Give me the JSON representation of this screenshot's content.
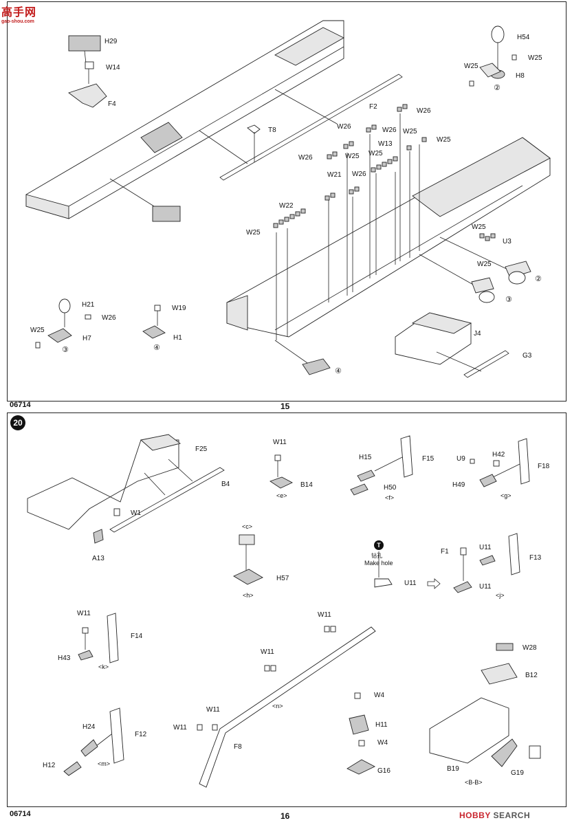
{
  "watermark_top": {
    "cn": "高手网",
    "url": "gao-shou.com"
  },
  "watermark_bottom": {
    "brand": "HOBBY",
    "suffix": "SEARCH"
  },
  "page15": {
    "code": "06714",
    "number": "15",
    "labels": {
      "H29": "H29",
      "W14": "W14",
      "F4": "F4",
      "F2": "F2",
      "T8": "T8",
      "H54": "H54",
      "W25a": "W25",
      "W25b": "W25",
      "H8": "H8",
      "W26a": "W26",
      "W26b": "W26",
      "W26c": "W26",
      "W26d": "W26",
      "W26e": "W26",
      "W25c": "W25",
      "W25d": "W25",
      "W13": "W13",
      "W25e": "W25",
      "W21": "W21",
      "W22": "W22",
      "W25f": "W25",
      "W25g": "W25",
      "U3": "U3",
      "W25h": "W25",
      "H21": "H21",
      "W26f": "W26",
      "W25i": "W25",
      "H7": "H7",
      "W19": "W19",
      "H1": "H1",
      "J4": "J4",
      "G3": "G3"
    },
    "subs": {
      "c2a": "②",
      "c2b": "②",
      "c3a": "③",
      "c3b": "③",
      "c4a": "④",
      "c4b": "④"
    }
  },
  "page16": {
    "code": "06714",
    "number": "16",
    "step": "20",
    "make_hole_cn": "钻孔",
    "make_hole_en": "Make hole",
    "make_hole_badge": "T",
    "labels": {
      "F25": "F25",
      "B4": "B4",
      "W1": "W1",
      "A13": "A13",
      "W11a": "W11",
      "B14": "B14",
      "H15": "H15",
      "F15": "F15",
      "H50": "H50",
      "U9": "U9",
      "H42": "H42",
      "F18": "F18",
      "H49": "H49",
      "H57": "H57",
      "U11a": "U11",
      "F1": "F1",
      "U11b": "U11",
      "F13": "F13",
      "U11c": "U11",
      "W11b": "W11",
      "F14": "F14",
      "H43": "H43",
      "W11c": "W11",
      "W11d": "W11",
      "W11e": "W11",
      "W11f": "W11",
      "F8": "F8",
      "H24": "H24",
      "F12": "F12",
      "H12": "H12",
      "W28": "W28",
      "B12": "B12",
      "W4a": "W4",
      "H11": "H11",
      "W4b": "W4",
      "G16": "G16",
      "B19": "B19",
      "G19": "G19"
    },
    "subs": {
      "e": "<e>",
      "f": "<f>",
      "g": "<g>",
      "c": "<c>",
      "h": "<h>",
      "j": "<j>",
      "k": "<k>",
      "n": "<n>",
      "m": "<m>",
      "BB": "<B-B>"
    }
  }
}
